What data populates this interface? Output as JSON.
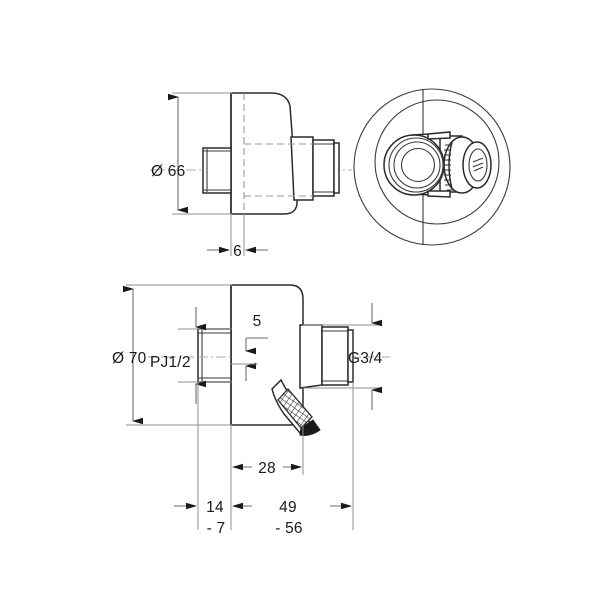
{
  "drawing": {
    "title": "Faucet / valve body technical dimension drawing",
    "background_color": "#ffffff",
    "line_color": "#2b2b2b",
    "hidden_line_color": "#9a9a9a",
    "dimension_color": "#6e6e6e",
    "text_color": "#1a1a1a",
    "units": "mm"
  },
  "views": {
    "top_left": {
      "name": "top-section-view",
      "description": "Side elevation with hidden lines showing internal bore"
    },
    "top_right": {
      "name": "front-circular-view",
      "description": "Front face circular view with central boss and knurled knob"
    },
    "bottom_left": {
      "name": "main-elevation-view",
      "description": "Main side elevation with lever handle and threaded connections"
    }
  },
  "dimensions": {
    "diameter_66": {
      "label": "Ø 66",
      "value": 66,
      "symbol": "Ø",
      "view": "top-section-view",
      "orientation": "vertical"
    },
    "width_6": {
      "label": "6",
      "value": 6,
      "view": "top-section-view",
      "orientation": "horizontal"
    },
    "diameter_70": {
      "label": "Ø 70",
      "value": 70,
      "symbol": "Ø",
      "view": "main-elevation-view",
      "orientation": "vertical"
    },
    "offset_5": {
      "label": "5",
      "value": 5,
      "view": "main-elevation-view",
      "orientation": "vertical"
    },
    "depth_28": {
      "label": "28",
      "value": 28,
      "view": "main-elevation-view",
      "orientation": "horizontal"
    },
    "length_14": {
      "label": "14",
      "value": 14,
      "view": "main-elevation-view",
      "orientation": "horizontal"
    },
    "length_minus_7": {
      "label": "- 7",
      "value": -7,
      "view": "main-elevation-view",
      "orientation": "horizontal"
    },
    "length_49": {
      "label": "49",
      "value": 49,
      "view": "main-elevation-view",
      "orientation": "horizontal"
    },
    "length_minus_56": {
      "label": "- 56",
      "value": -56,
      "view": "main-elevation-view",
      "orientation": "horizontal"
    }
  },
  "thread_callouts": {
    "inlet": {
      "label": "PJ1/2",
      "view": "main-elevation-view",
      "position": "left"
    },
    "outlet": {
      "label": "G3/4",
      "view": "main-elevation-view",
      "position": "right"
    }
  }
}
